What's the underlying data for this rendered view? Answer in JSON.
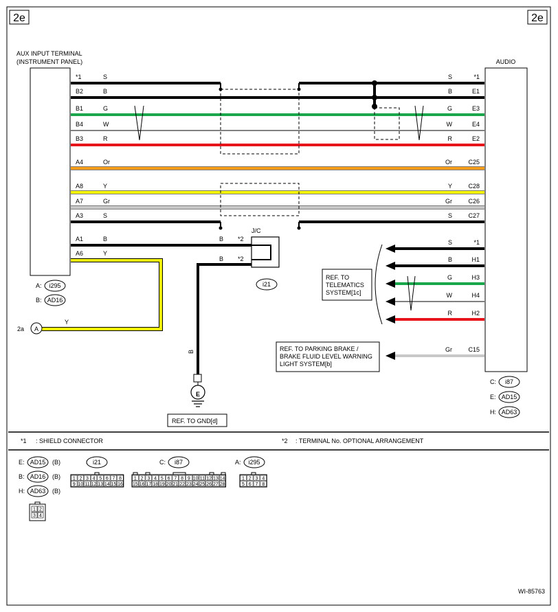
{
  "page": {
    "tag_left": "2e",
    "tag_right": "2e",
    "figure_id": "WI-85763"
  },
  "colors": {
    "B": "#000000",
    "G": "#1aa64a",
    "W": "#000000",
    "R": "#e8141c",
    "Or": "#f59c1a",
    "Y": "#f2f20a",
    "Gr": "#c8c8c8",
    "S": "#000000"
  },
  "left_component": {
    "title_line1": "AUX INPUT TERMINAL",
    "title_line2": "(INSTRUMENT PANEL)",
    "connectors": [
      {
        "prefix": "A:",
        "id": "i295"
      },
      {
        "prefix": "B:",
        "id": "AD16"
      }
    ]
  },
  "right_component": {
    "title": "AUDIO",
    "connectors": [
      {
        "prefix": "C:",
        "id": "i87"
      },
      {
        "prefix": "E:",
        "id": "AD15"
      },
      {
        "prefix": "H:",
        "id": "AD63"
      }
    ]
  },
  "wires": [
    {
      "lpin": "*1",
      "lcolor": "S",
      "rpin": "*1",
      "rcolor": "S"
    },
    {
      "lpin": "B2",
      "lcolor": "B",
      "rpin": "E1",
      "rcolor": "B"
    },
    {
      "lpin": "B1",
      "lcolor": "G",
      "rpin": "E3",
      "rcolor": "G"
    },
    {
      "lpin": "B4",
      "lcolor": "W",
      "rpin": "E4",
      "rcolor": "W"
    },
    {
      "lpin": "B3",
      "lcolor": "R",
      "rpin": "E2",
      "rcolor": "R"
    },
    {
      "lpin": "A4",
      "lcolor": "Or",
      "rpin": "C25",
      "rcolor": "Or"
    },
    {
      "lpin": "A8",
      "lcolor": "Y",
      "rpin": "C28",
      "rcolor": "Y"
    },
    {
      "lpin": "A7",
      "lcolor": "Gr",
      "rpin": "C26",
      "rcolor": "Gr"
    },
    {
      "lpin": "A3",
      "lcolor": "S",
      "rpin": "C27",
      "rcolor": "S"
    }
  ],
  "left_only": [
    {
      "pin": "A1",
      "color": "B"
    },
    {
      "pin": "A6",
      "color": "Y"
    }
  ],
  "jc": {
    "title": "J/C",
    "id": "i21",
    "rows": [
      {
        "color": "B",
        "mark": "*2"
      },
      {
        "color": "B",
        "mark": "*2"
      }
    ]
  },
  "ref_2a": {
    "page": "2a",
    "circle": "A",
    "color": "Y"
  },
  "ground": {
    "wire_color": "B",
    "symbol": "E",
    "ref": "REF. TO GND[d]"
  },
  "right_refs": [
    {
      "color": "S",
      "pin": "*1"
    },
    {
      "color": "B",
      "pin": "H1"
    },
    {
      "color": "G",
      "pin": "H3"
    },
    {
      "color": "W",
      "pin": "H4"
    },
    {
      "color": "R",
      "pin": "H2"
    },
    {
      "color": "Gr",
      "pin": "C15"
    }
  ],
  "telematics_ref": [
    "REF. TO",
    "TELEMATICS",
    "SYSTEM[1c]"
  ],
  "parking_ref": [
    "REF. TO PARKING BRAKE /",
    "BRAKE FLUID LEVEL WARNING",
    "LIGHT SYSTEM[b]"
  ],
  "notes": {
    "n1_mark": "*1",
    "n1": ": SHIELD CONNECTOR",
    "n2_mark": "*2",
    "n2": ": TERMINAL No. OPTIONAL ARRANGEMENT"
  },
  "legend": {
    "ad_rows": [
      {
        "prefix": "E:",
        "id": "AD15",
        "color": "(B)"
      },
      {
        "prefix": "B:",
        "id": "AD16",
        "color": "(B)"
      },
      {
        "prefix": "H:",
        "id": "AD63",
        "color": "(B)"
      }
    ],
    "ad_pins": [
      "1",
      "2",
      "3",
      "4"
    ],
    "i21": {
      "id": "i21",
      "top": [
        "1",
        "2",
        "3",
        "4",
        "5",
        "6",
        "7",
        "8"
      ],
      "bottom": [
        "9",
        "10",
        "11",
        "12",
        "13",
        "14",
        "15",
        "16"
      ]
    },
    "i87": {
      "prefix": "C:",
      "id": "i87",
      "top": [
        "1",
        "2",
        "3",
        "4",
        "5",
        "6",
        "7",
        "8",
        "9",
        "10",
        "11",
        "12",
        "13",
        "14"
      ],
      "bottom": [
        "15",
        "16",
        "17",
        "18",
        "19",
        "20",
        "21",
        "22",
        "23",
        "24",
        "25",
        "26",
        "27",
        "28"
      ]
    },
    "i295": {
      "prefix": "A:",
      "id": "i295",
      "top": [
        "1",
        "2",
        "3",
        "4"
      ],
      "bottom": [
        "5",
        "6",
        "7",
        "8"
      ]
    }
  }
}
